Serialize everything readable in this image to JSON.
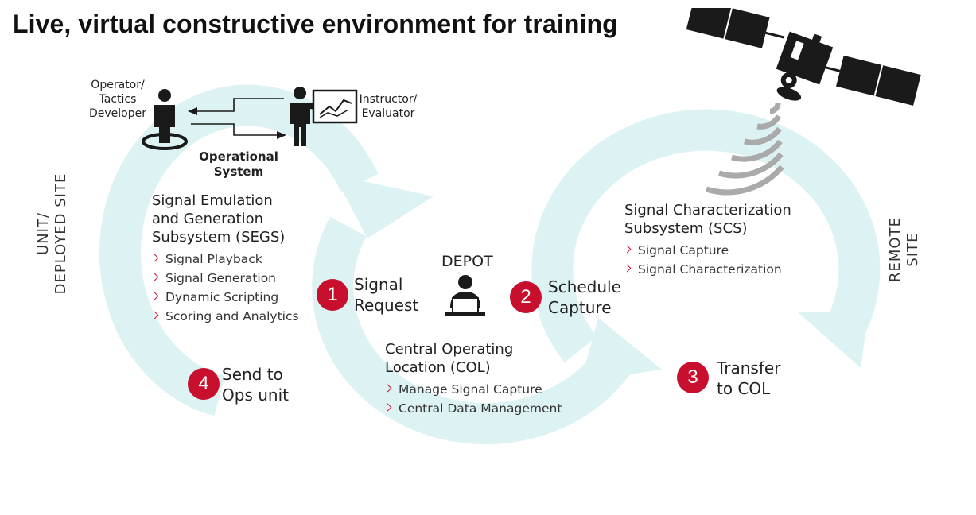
{
  "title": "Live, virtual constructive environment for training",
  "colors": {
    "loop": "#dcf2f3",
    "accent": "#c8102e",
    "icon": "#1a1a1a"
  },
  "people": {
    "operator": {
      "line1": "Operator/",
      "line2": "Tactics",
      "line3": "Developer"
    },
    "instructor": {
      "line1": "Instructor/",
      "line2": "Evaluator"
    },
    "operational": {
      "line1": "Operational",
      "line2": "System"
    }
  },
  "sites": {
    "unit_line1": "UNIT/",
    "unit_line2": "DEPLOYED SITE",
    "remote_line1": "REMOTE",
    "remote_line2": "SITE",
    "depot": "DEPOT"
  },
  "segs": {
    "line1": "Signal Emulation",
    "line2": "and Generation",
    "line3": "Subsystem (SEGS)",
    "items": [
      "Signal Playback",
      "Signal Generation",
      "Dynamic Scripting",
      "Scoring and Analytics"
    ]
  },
  "scs": {
    "line1": "Signal Characterization",
    "line2": "Subsystem (SCS)",
    "items": [
      "Signal Capture",
      "Signal Characterization"
    ]
  },
  "col": {
    "line1": "Central Operating",
    "line2": "Location (COL)",
    "items": [
      "Manage Signal Capture",
      "Central Data Management"
    ]
  },
  "steps": [
    {
      "num": "1",
      "line1": "Signal",
      "line2": "Request"
    },
    {
      "num": "2",
      "line1": "Schedule",
      "line2": "Capture"
    },
    {
      "num": "3",
      "line1": "Transfer",
      "line2": "to COL"
    },
    {
      "num": "4",
      "line1": "Send to",
      "line2": "Ops unit"
    }
  ],
  "icons": [
    "satellite-icon",
    "signal-waves-icon",
    "operator-icon",
    "instructor-icon",
    "presentation-board-icon",
    "depot-laptop-user-icon",
    "exchange-arrows-icon"
  ]
}
